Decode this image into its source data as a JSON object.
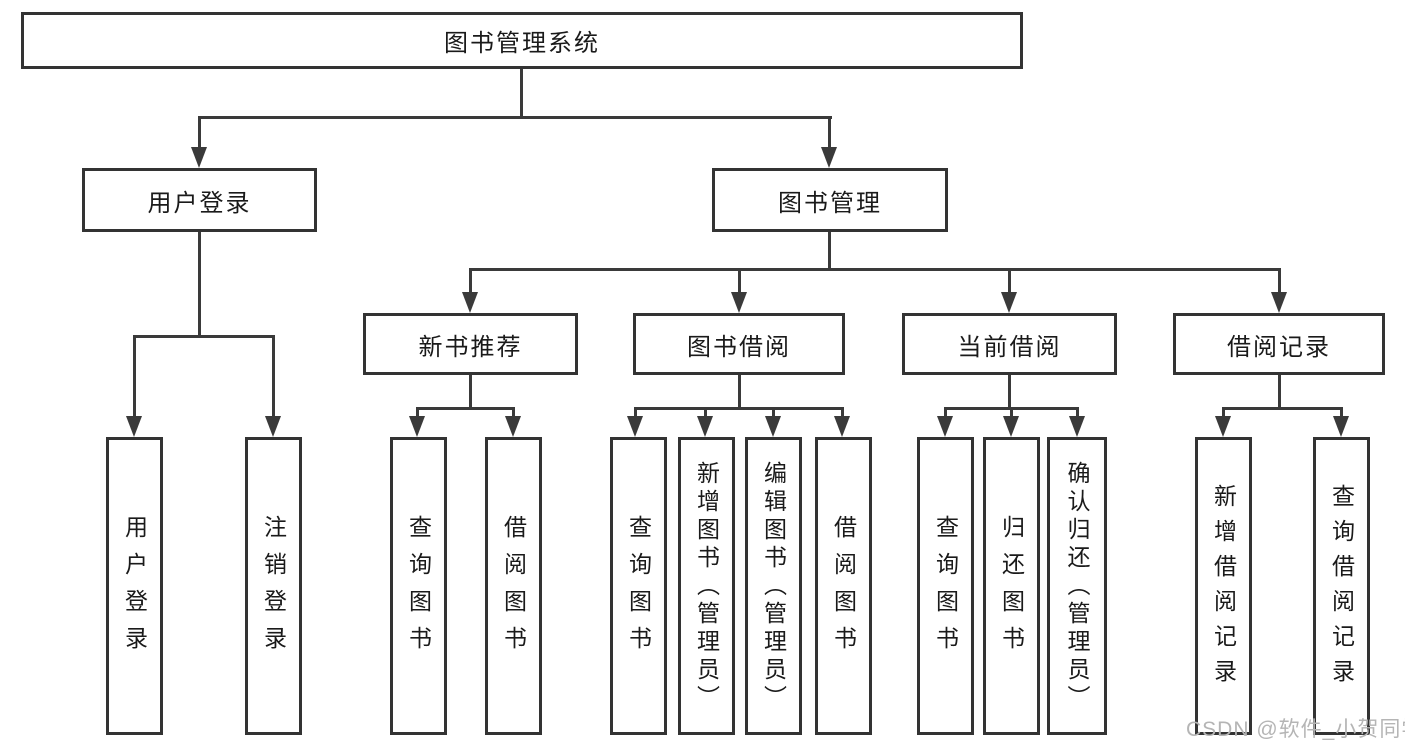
{
  "title": "图书管理系统",
  "level2": [
    "用户登录",
    "图书管理"
  ],
  "level3": [
    "新书推荐",
    "图书借阅",
    "当前借阅",
    "借阅记录"
  ],
  "level4": {
    "user_login_children": [
      "用户登录",
      "注销登录"
    ],
    "new_book_children": [
      "查询图书",
      "借阅图书"
    ],
    "book_borrow_children": [
      "查询图书",
      "新增图书（管理员）",
      "编辑图书（管理员）",
      "借阅图书"
    ],
    "current_borrow_children": [
      "查询图书",
      "归还图书",
      "确认归还（管理员）"
    ],
    "borrow_record_children": [
      "新增借阅记录",
      "查询借阅记录"
    ]
  },
  "watermark": "CSDN @软件_小贺同学",
  "colors": {
    "line": "#3a3a3a",
    "border": "#333333",
    "text": "#1a1a1a",
    "watermark": "#b5b5b5",
    "background": "#ffffff"
  }
}
